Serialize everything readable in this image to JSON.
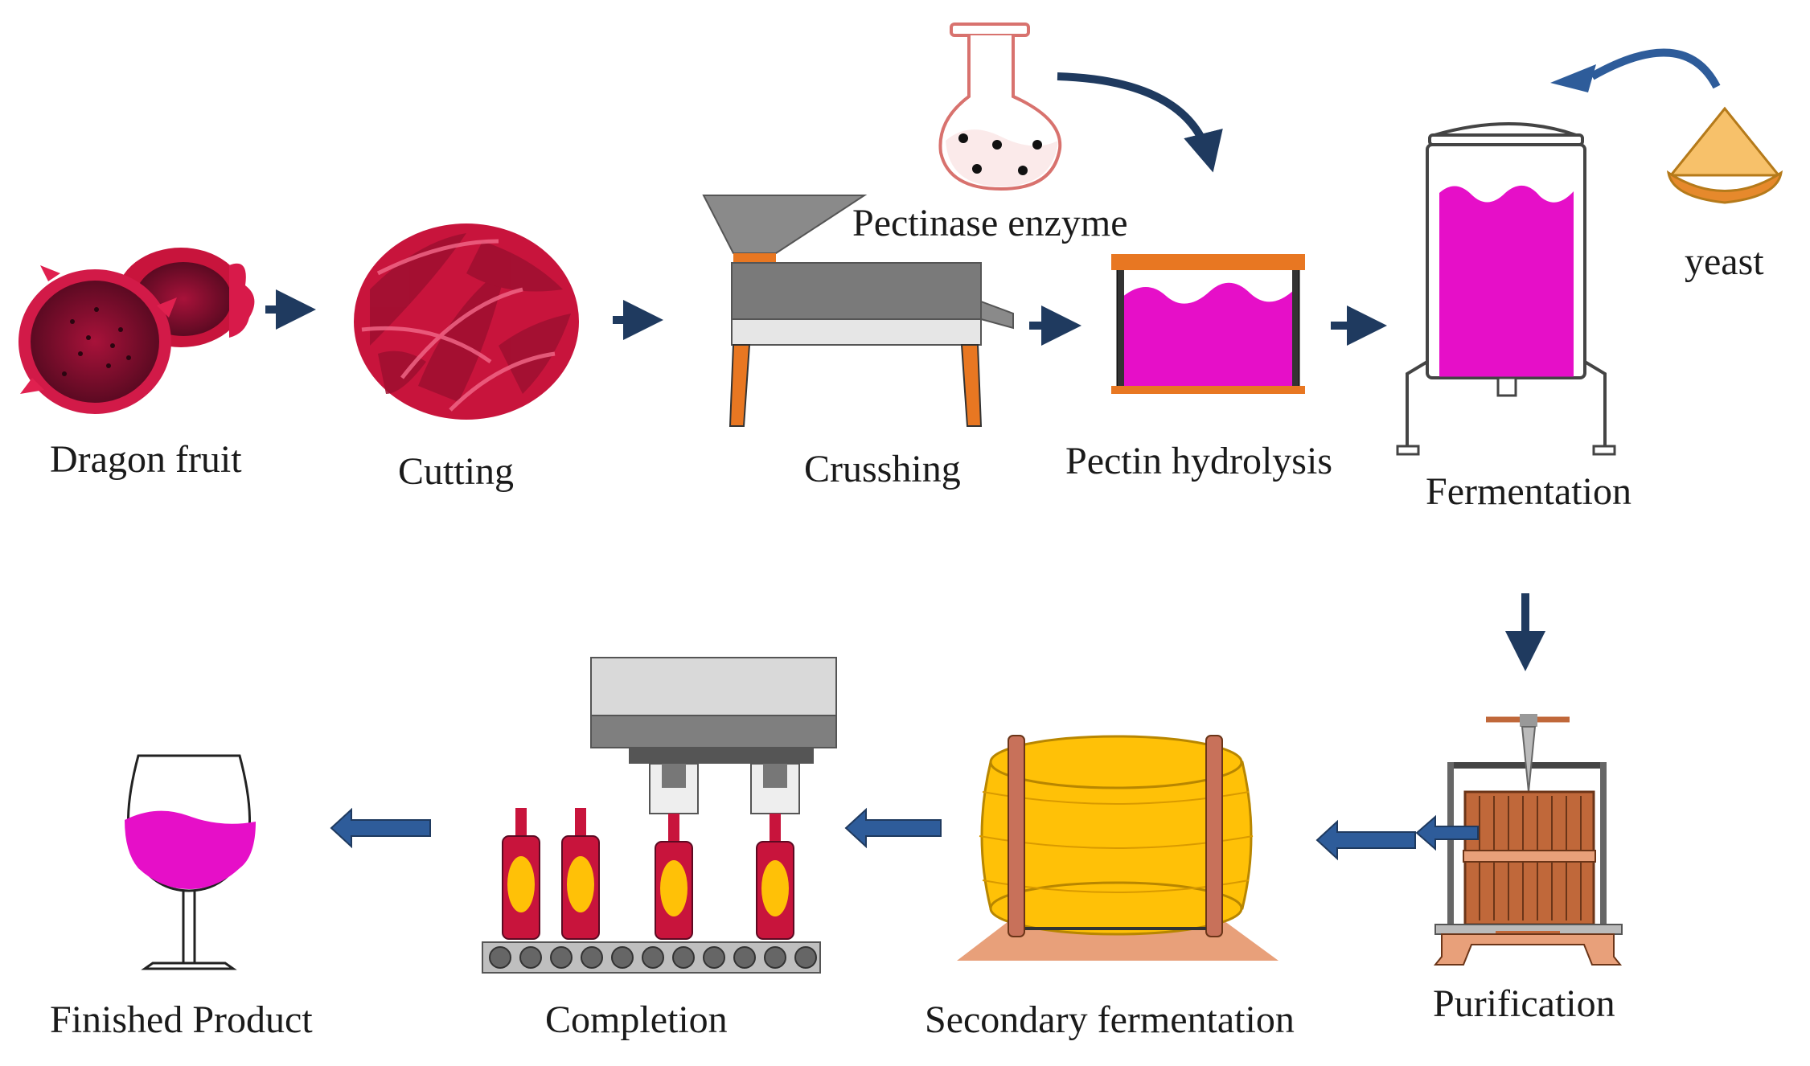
{
  "colors": {
    "fruit_red": "#c8143c",
    "liquid_magenta": "#e60fc8",
    "accent_orange": "#e87722",
    "barrel_yellow": "#ffc107",
    "arrow_navy": "#1f3a5f",
    "arrow_blue": "#2e5c9a",
    "machine_gray": "#7a7a7a",
    "press_copper": "#c0683a"
  },
  "steps": {
    "dragon_fruit": "Dragon fruit",
    "cutting": "Cutting",
    "crushing": "Crusshing",
    "pectinase": "Pectinase enzyme",
    "pectin_hydrolysis": "Pectin hydrolysis",
    "fermentation": "Fermentation",
    "yeast": "yeast",
    "purification": "Purification",
    "secondary_fermentation": "Secondary fermentation",
    "completion": "Completion",
    "finished_product": "Finished Product"
  }
}
